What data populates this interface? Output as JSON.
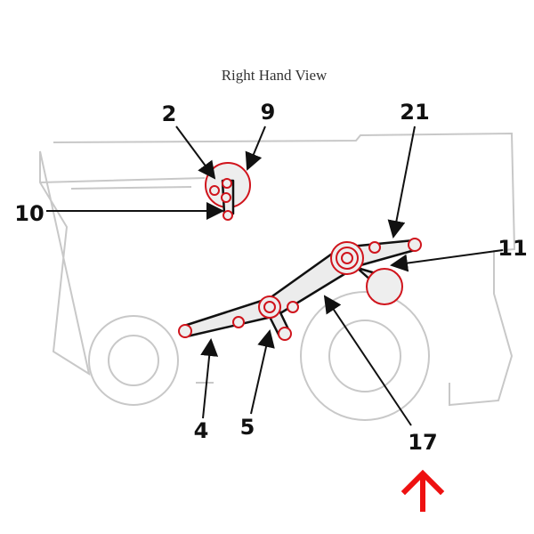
{
  "title": "Right Hand View",
  "callouts": {
    "c2": "2",
    "c9": "9",
    "c21": "21",
    "c10": "10",
    "c11": "11",
    "c4": "4",
    "c5": "5",
    "c17": "17"
  },
  "colors": {
    "highlight": "#d0141c",
    "indicator_arrow": "#ee1111",
    "outline": "#c8c8c8"
  }
}
